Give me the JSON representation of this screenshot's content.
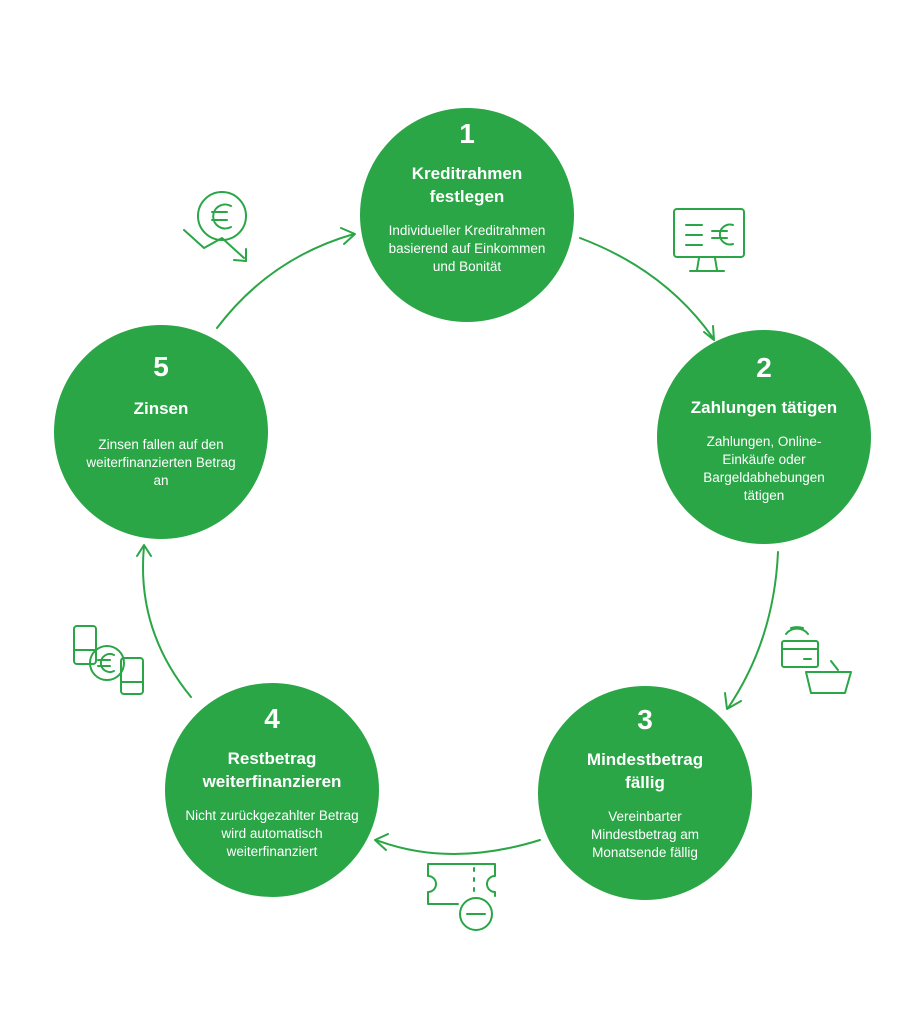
{
  "colors": {
    "primary": "#2aa646",
    "text_on_primary": "#ffffff",
    "background": "#ffffff"
  },
  "steps": [
    {
      "number": "1",
      "title": "Kreditrahmen festlegen",
      "description": "Individueller Kreditrahmen basierend auf Einkommen und Bonität"
    },
    {
      "number": "2",
      "title": "Zahlungen tätigen",
      "description": "Zahlungen, Online-Einkäufe oder Bargeldabhebungen tätigen"
    },
    {
      "number": "3",
      "title": "Mindestbetrag fällig",
      "description": "Vereinbarter Mindestbetrag am Monatsende fällig"
    },
    {
      "number": "4",
      "title": "Restbetrag weiterfinanzieren",
      "description": "Nicht zurückgezahlter Betrag wird automatisch weiterfinanziert"
    },
    {
      "number": "5",
      "title": "Zinsen",
      "description": "Zinsen fallen auf den weiterfinanzierten Betrag an"
    }
  ],
  "icons": [
    "monitor-euro-icon",
    "contactless-card-basket-icon",
    "ticket-minus-icon",
    "phone-transfer-euro-icon",
    "euro-decline-icon"
  ]
}
